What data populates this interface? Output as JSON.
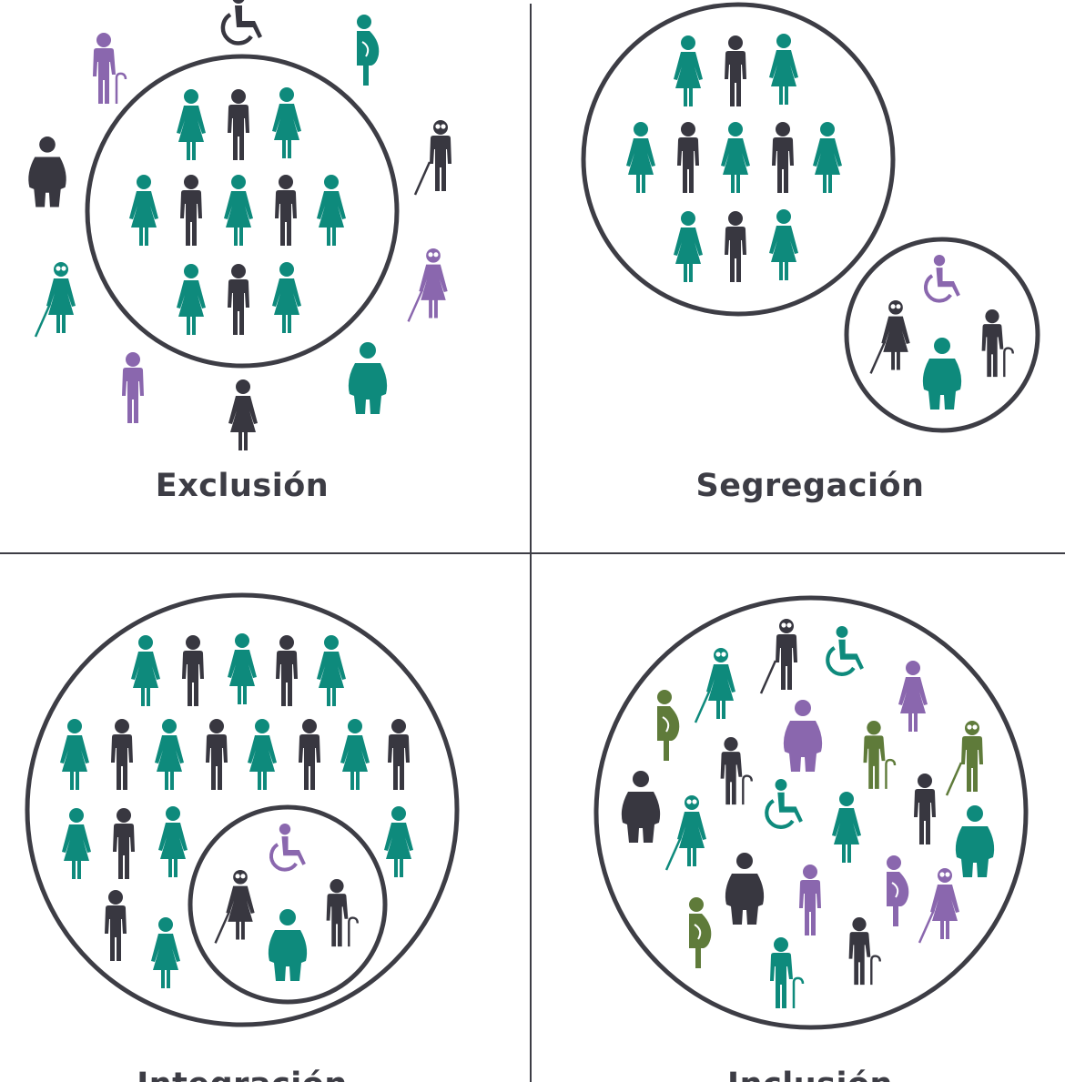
{
  "colors": {
    "teal": "#0e8a7c",
    "dark": "#383740",
    "purple": "#8a67ae",
    "olive": "#5f7b3a",
    "line": "#3d3d45"
  },
  "panels": [
    {
      "id": "exclusion",
      "label": "Exclusión"
    },
    {
      "id": "segregation",
      "label": "Segregación"
    },
    {
      "id": "integration",
      "label": "Integración"
    },
    {
      "id": "inclusion",
      "label": "Inclusión"
    }
  ],
  "figure_types": [
    "woman",
    "man",
    "wheelchair-user",
    "pregnant-woman",
    "elderly-person-with-cane",
    "blind-person-with-cane",
    "plus-size-person"
  ]
}
